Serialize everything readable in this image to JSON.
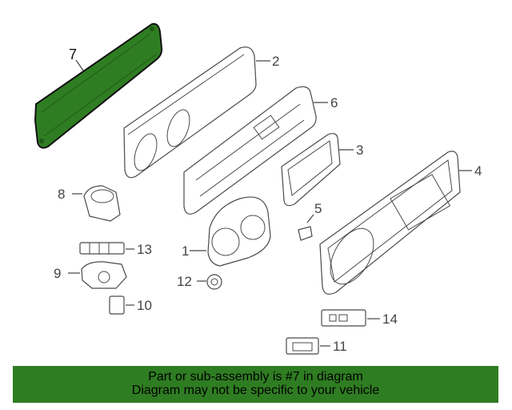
{
  "highlighted_part": "7",
  "colors": {
    "highlight_fill": "#2f7d22",
    "banner_background": "#2f7d22",
    "line_art": "#4a4a4a"
  },
  "callouts": [
    {
      "id": "p7",
      "label": "7"
    },
    {
      "id": "p2",
      "label": "2"
    },
    {
      "id": "p6",
      "label": "6"
    },
    {
      "id": "p3",
      "label": "3"
    },
    {
      "id": "p4",
      "label": "4"
    },
    {
      "id": "p8",
      "label": "8"
    },
    {
      "id": "p5",
      "label": "5"
    },
    {
      "id": "p13",
      "label": "13"
    },
    {
      "id": "p1",
      "label": "1"
    },
    {
      "id": "p9",
      "label": "9"
    },
    {
      "id": "p12",
      "label": "12"
    },
    {
      "id": "p10",
      "label": "10"
    },
    {
      "id": "p14",
      "label": "14"
    },
    {
      "id": "p11",
      "label": "11"
    }
  ],
  "banner": {
    "line1": "Part or sub-assembly is #7 in diagram",
    "line2": "Diagram may not be specific to your vehicle"
  }
}
